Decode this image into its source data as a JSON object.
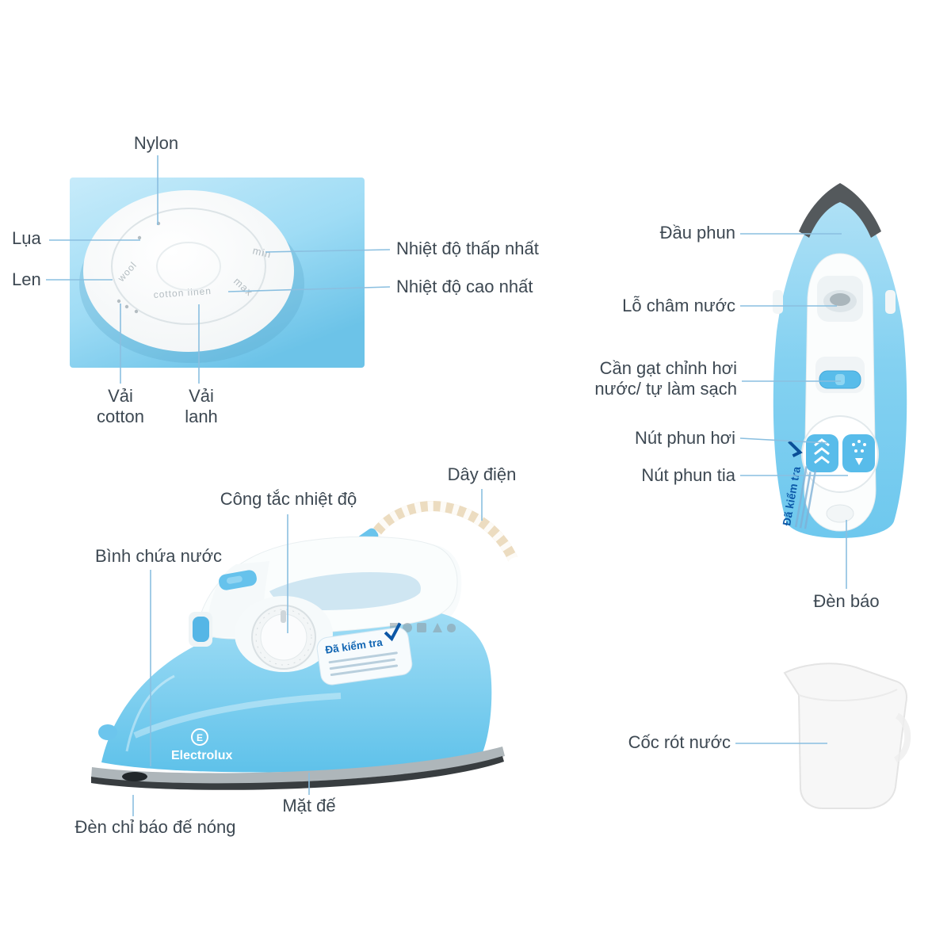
{
  "colors": {
    "label_text": "#3d4852",
    "callout_line": "#8abfe0",
    "iron_blue": "#58bcea",
    "brand_blue": "#1266b3"
  },
  "labels": {
    "nylon": "Nylon",
    "silk": "Lụa",
    "wool": "Len",
    "lowest_temp": "Nhiệt độ thấp nhất",
    "highest_temp": "Nhiệt độ cao nhất",
    "cotton_fabric": "Vải\ncotton",
    "linen_fabric": "Vải\nlanh",
    "spray_nozzle": "Đầu phun",
    "water_fill_hole": "Lỗ châm nước",
    "steam_lever": "Cần gạt chỉnh hơi\nnước/ tự làm sạch",
    "steam_shot_button": "Nút phun hơi",
    "spray_jet_button": "Nút phun tia",
    "indicator_light": "Đèn báo",
    "power_cord": "Dây điện",
    "temp_switch": "Công tắc nhiệt độ",
    "water_tank": "Bình chứa nước",
    "hot_soleplate_light": "Đèn chỉ báo đế nóng",
    "soleplate": "Mặt đế",
    "water_cup": "Cốc rót nước"
  },
  "dial_markings": {
    "min": "min",
    "max": "max",
    "cotton_linen": "cotton linen",
    "wool": "wool"
  },
  "product": {
    "brand": "Electrolux",
    "brand_initial": "E",
    "tested_badge": "Đã kiểm tra"
  }
}
